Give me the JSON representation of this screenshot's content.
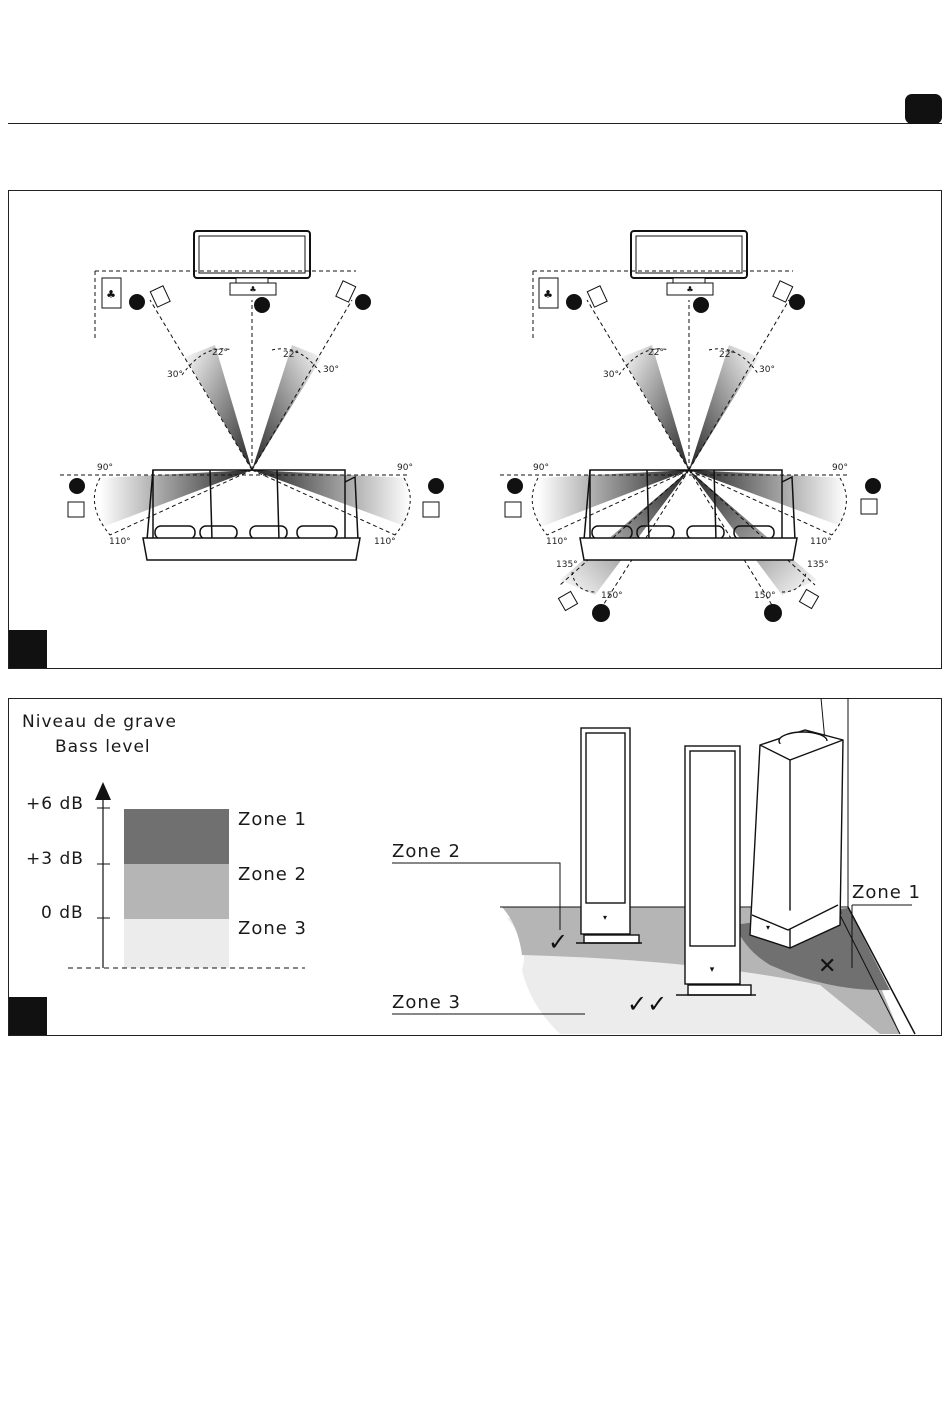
{
  "figure1": {
    "left": {
      "front_angles": [
        "22°",
        "30°",
        "22°",
        "30°"
      ],
      "side_angles": [
        "90°",
        "110°",
        "90°",
        "110°"
      ]
    },
    "right": {
      "front_angles": [
        "22°",
        "30°",
        "22°",
        "30°"
      ],
      "side_angles": [
        "90°",
        "110°",
        "90°",
        "110°"
      ],
      "rear_angles": [
        "135°",
        "150°",
        "135°",
        "150°"
      ]
    }
  },
  "figure2": {
    "title_fr": "Niveau de grave",
    "title_en": "Bass level",
    "levels": [
      "+6 dB",
      "+3 dB",
      "0 dB"
    ],
    "zones": [
      "Zone 1",
      "Zone 2",
      "Zone 3"
    ],
    "zone_colors": [
      "#707070",
      "#b5b5b5",
      "#ececec"
    ],
    "room_labels": {
      "zone1": "Zone 1",
      "zone2": "Zone 2",
      "zone3": "Zone 3"
    },
    "marks": {
      "good": "✓",
      "best": "✓✓",
      "bad": "✕"
    }
  }
}
